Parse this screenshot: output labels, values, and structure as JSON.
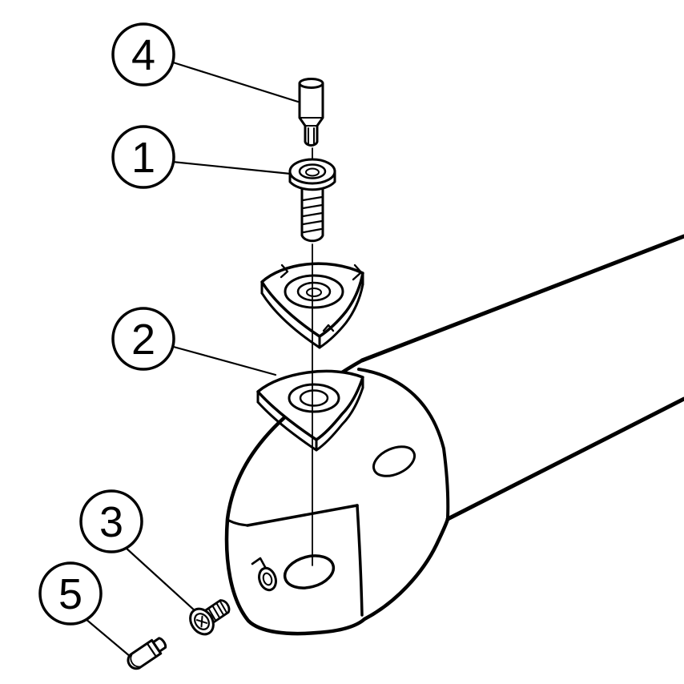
{
  "diagram": {
    "kind": "exploded-assembly-drawing",
    "background_color": "#ffffff",
    "line_color": "#000000",
    "callouts": [
      {
        "label": "4",
        "target": "torx-key"
      },
      {
        "label": "1",
        "target": "insert-screw"
      },
      {
        "label": "2",
        "target": "insert"
      },
      {
        "label": "3",
        "target": "clamp-screw"
      },
      {
        "label": "5",
        "target": "locating-pin"
      }
    ]
  }
}
